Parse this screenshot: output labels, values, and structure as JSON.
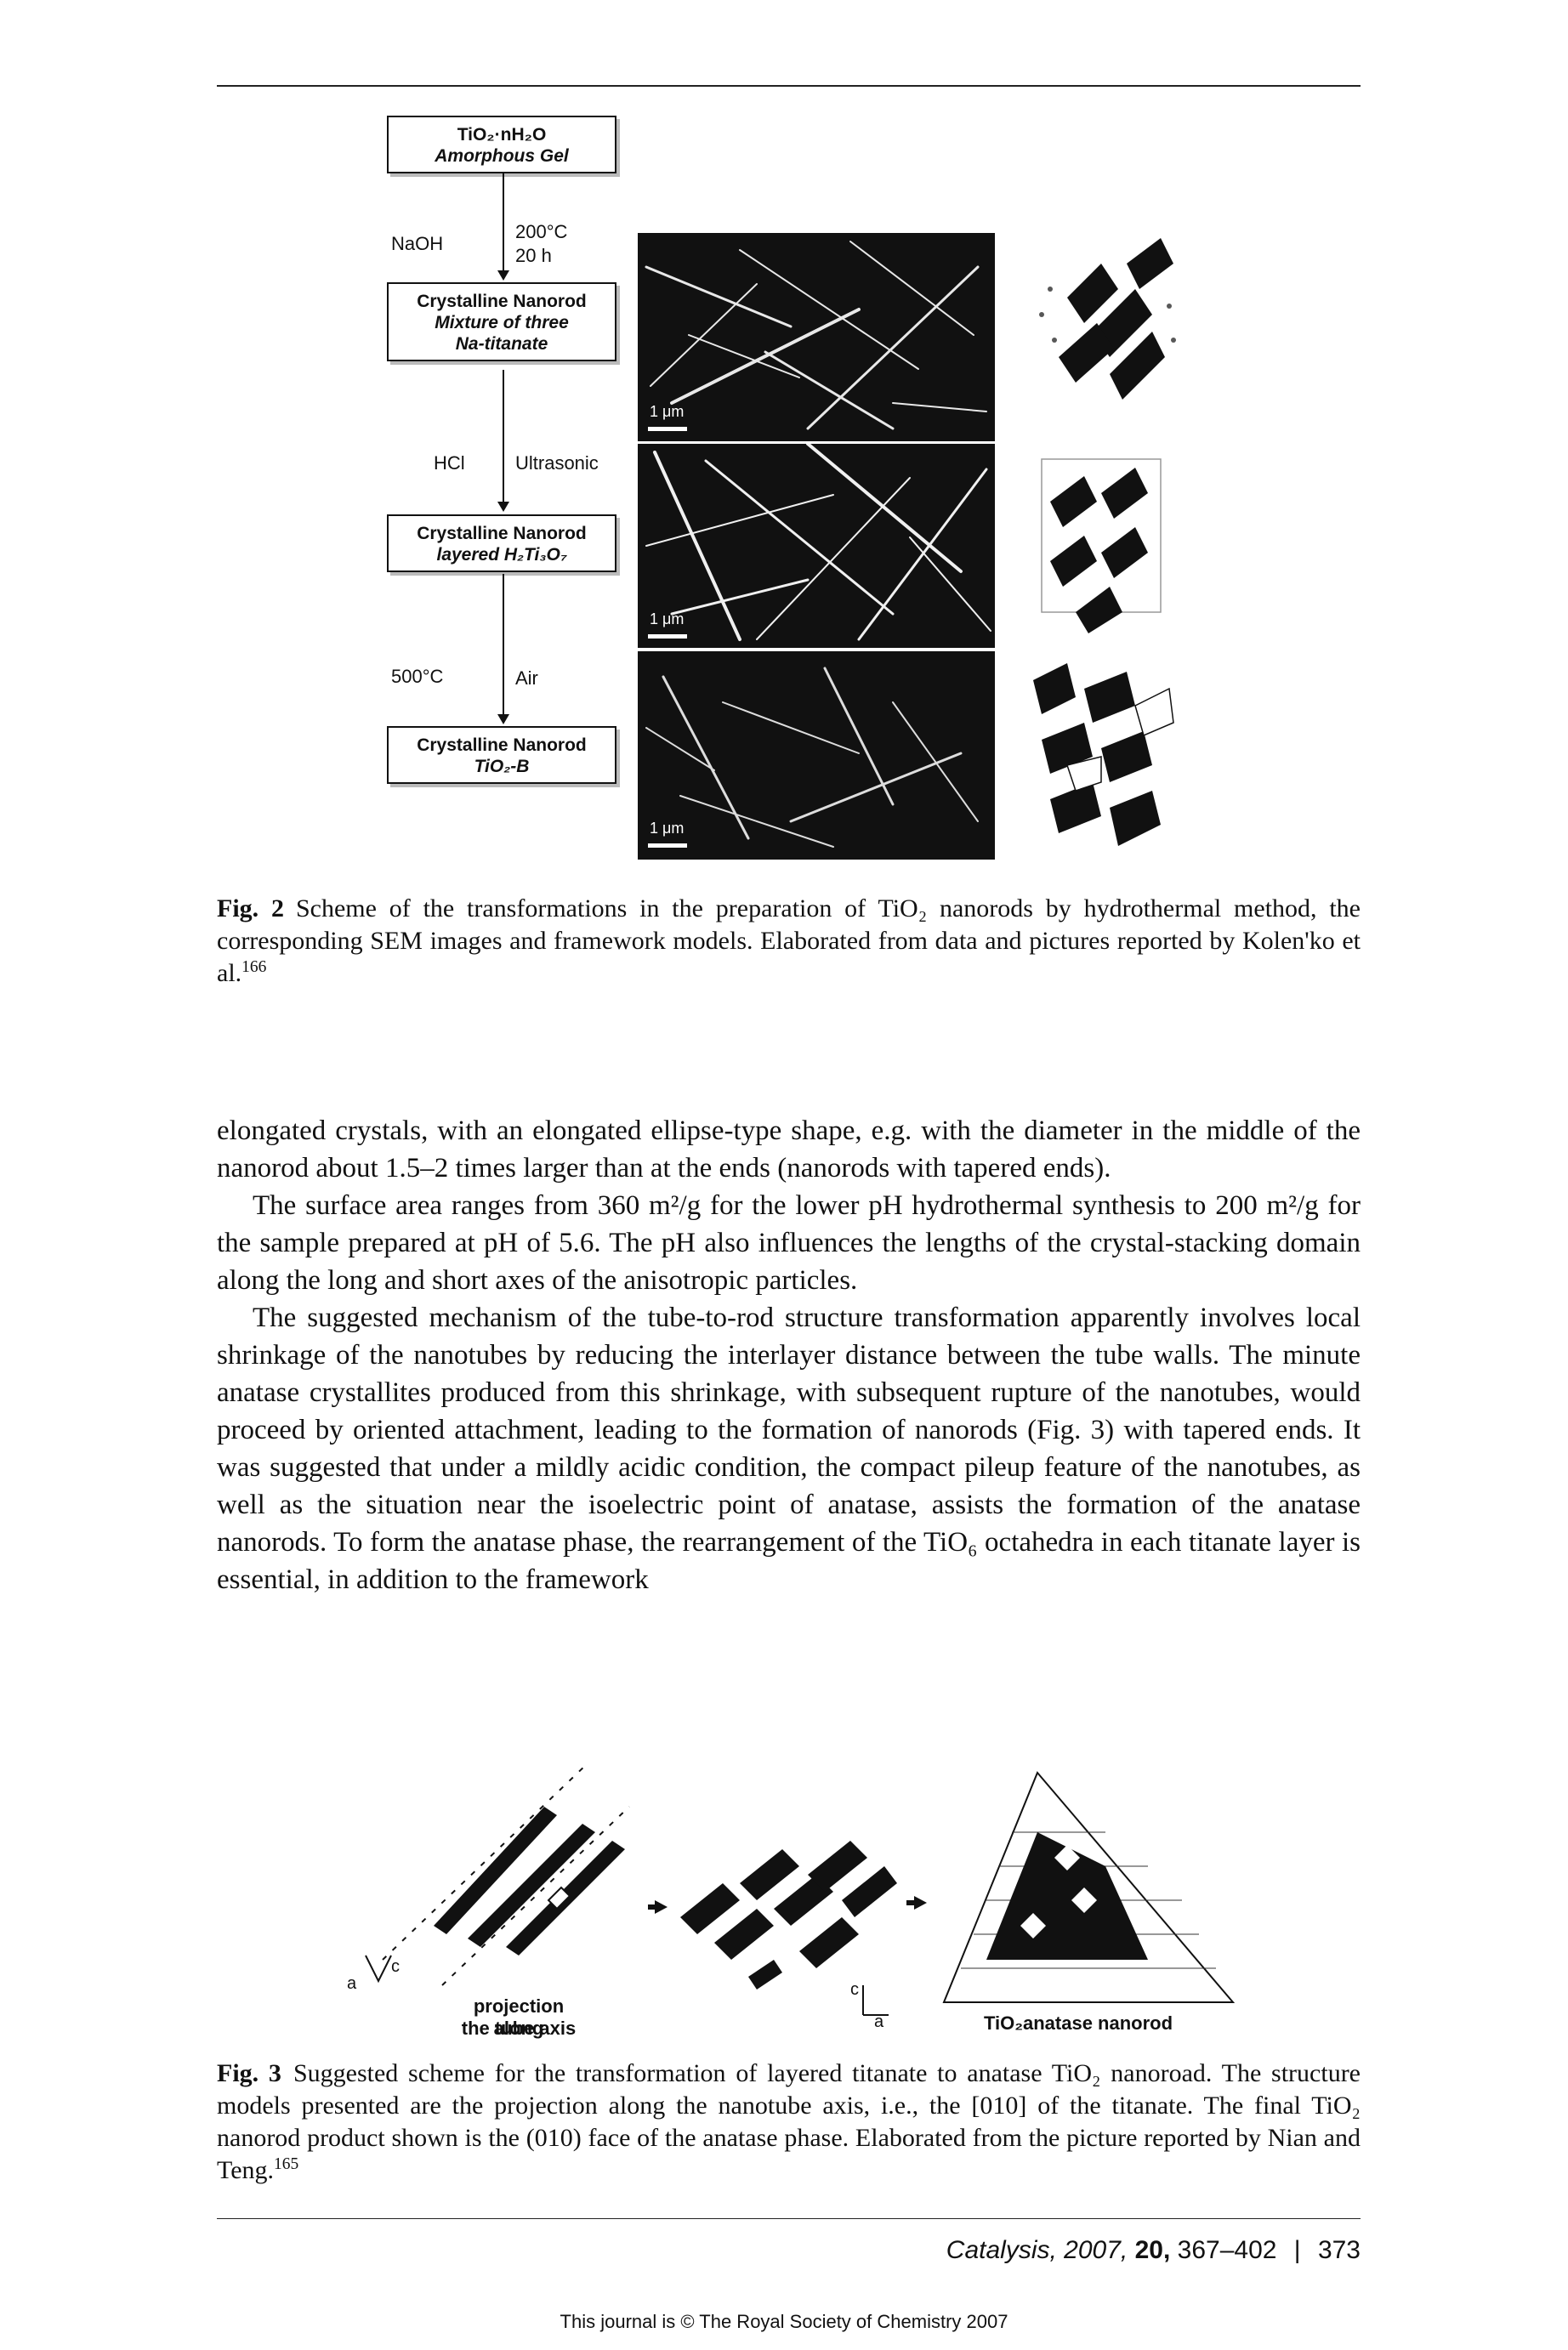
{
  "figure2": {
    "box1": {
      "line1": "TiO₂·nH₂O",
      "line2": "Amorphous Gel"
    },
    "step1": {
      "left": "NaOH",
      "right1": "200°C",
      "right2": "20 h"
    },
    "box2": {
      "line1": "Crystalline Nanorod",
      "line2": "Mixture of three",
      "line3": "Na-titanate"
    },
    "step2": {
      "left": "HCl",
      "right": "Ultrasonic"
    },
    "box3": {
      "line1": "Crystalline Nanorod",
      "line2": "layered H₂Ti₃O₇"
    },
    "step3": {
      "left": "500°C",
      "right": "Air"
    },
    "box4": {
      "line1": "Crystalline Nanorod",
      "line2": "TiO₂-B"
    },
    "scale_labels": [
      "1 μm",
      "1 μm",
      "1 μm"
    ],
    "caption": {
      "label": "Fig. 2",
      "text": "Scheme of the transformations in the preparation of TiO₂ nanorods by hydrothermal method, the corresponding SEM images and framework models. Elaborated from data and pictures reported by Kolen'ko et al.",
      "ref": "166"
    }
  },
  "body": {
    "p1": "elongated crystals, with an elongated ellipse-type shape, e.g. with the diameter in the middle of the nanorod about 1.5–2 times larger than at the ends (nanorods with tapered ends).",
    "p2": "The surface area ranges from 360 m²/g for the lower pH hydrothermal synthesis to 200 m²/g for the sample prepared at pH of 5.6. The pH also influences the lengths of the crystal-stacking domain along the long and short axes of the anisotropic particles.",
    "p3": "The suggested mechanism of the tube-to-rod structure transformation apparently involves local shrinkage of the nanotubes by reducing the interlayer distance between the tube walls. The minute anatase crystallites produced from this shrinkage, with subsequent rupture of the nanotubes, would proceed by oriented attachment, leading to the formation of nanorods (Fig. 3) with tapered ends. It was suggested that under a mildly acidic condition, the compact pileup feature of the nanotubes, as well as the situation near the isoelectric point of anatase, assists the formation of the anatase nanorods. To form the anatase phase, the rearrangement of the TiO₆ octahedra in each titanate layer is essential, in addition to the framework"
  },
  "figure3": {
    "axis_left": {
      "a": "a",
      "c": "c"
    },
    "label_projection_1": "projection along",
    "label_projection_2": "the tube axis",
    "axis_right": {
      "c": "c",
      "a": "a"
    },
    "label_nanorod": "TiO₂anatase nanorod",
    "caption": {
      "label": "Fig. 3",
      "text": "Suggested scheme for the transformation of layered titanate to anatase TiO₂ nanoroad. The structure models presented are the projection along the nanotube axis, i.e., the [010] of the titanate. The final TiO₂ nanorod product shown is the (010) face of the anatase phase. Elaborated from the picture reported by Nian and Teng.",
      "ref": "165"
    }
  },
  "footer": {
    "journal": "Catalysis,",
    "year": "2007,",
    "volume": "20,",
    "pages": "367–402",
    "separator": "|",
    "page_number": "373",
    "note": "This journal is © The Royal Society of Chemistry 2007"
  }
}
